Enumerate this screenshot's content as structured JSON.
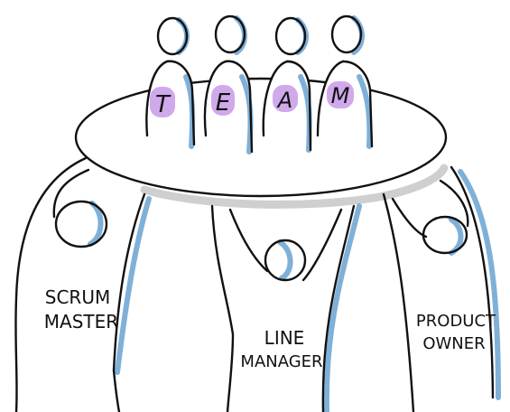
{
  "team_letters": [
    "T",
    "E",
    "A",
    "M"
  ],
  "roles": {
    "scrum_master": [
      "SCRUM",
      "MASTER"
    ],
    "line_manager": [
      "LINE",
      "MANAGER"
    ],
    "product_owner": [
      "PRODUCT",
      "OWNER"
    ]
  },
  "colors": {
    "ink": "#111111",
    "shadow_blue": "#7fb0d8",
    "highlight_purple": "#c89ae8",
    "table_shadow": "#cfcfcf"
  }
}
